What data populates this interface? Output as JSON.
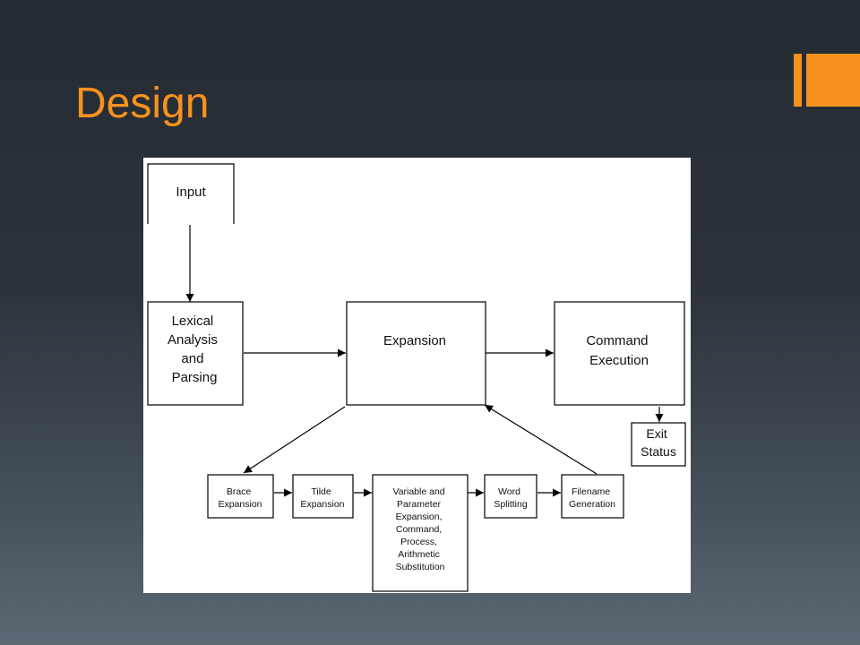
{
  "slide": {
    "title": "Design",
    "accent_color": "#f7921e",
    "background_color": "#2a3038"
  },
  "diagram": {
    "nodes": {
      "input": [
        "Input"
      ],
      "lexical": [
        "Lexical",
        "Analysis",
        "and",
        "Parsing"
      ],
      "expansion": [
        "Expansion"
      ],
      "command": [
        "Command",
        "Execution"
      ],
      "exit": [
        "Exit",
        "Status"
      ],
      "brace": [
        "Brace",
        "Expansion"
      ],
      "tilde": [
        "Tilde",
        "Expansion"
      ],
      "variable": [
        "Variable and",
        "Parameter",
        "Expansion,",
        "Command,",
        "Process,",
        "Arithmetic",
        "Substitution"
      ],
      "word": [
        "Word",
        "Splitting"
      ],
      "filename": [
        "Filename",
        "Generation"
      ]
    }
  }
}
